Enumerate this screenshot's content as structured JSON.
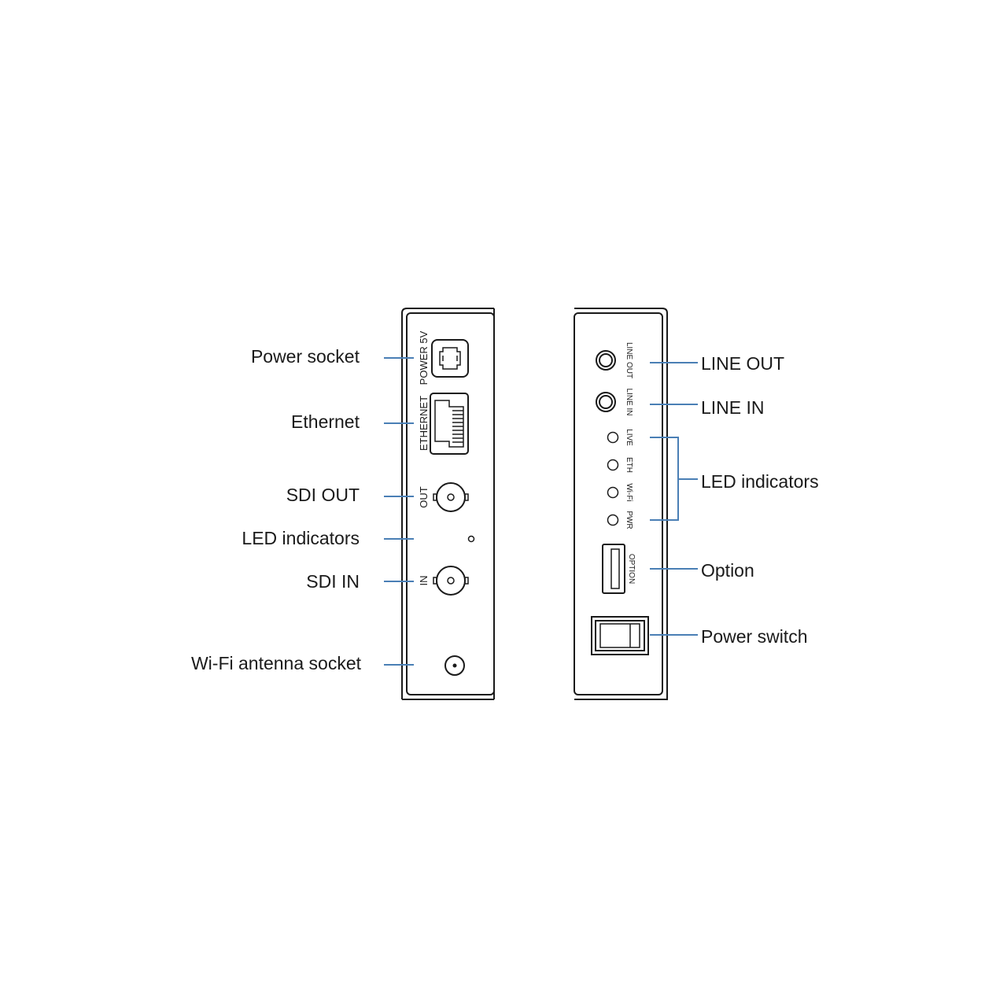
{
  "left_panel": {
    "callouts": {
      "power_socket": "Power socket",
      "ethernet": "Ethernet",
      "sdi_out": "SDI OUT",
      "led_indicators": "LED indicators",
      "sdi_in": "SDI IN",
      "wifi_antenna": "Wi-Fi antenna socket"
    },
    "labels": {
      "power": "POWER 5V",
      "ethernet": "ETHERNET",
      "out": "OUT",
      "in": "IN"
    }
  },
  "right_panel": {
    "callouts": {
      "line_out": "LINE OUT",
      "line_in": "LINE IN",
      "led_indicators": "LED indicators",
      "option": "Option",
      "power_switch": "Power switch"
    },
    "labels": {
      "line_out": "LINE OUT",
      "line_in": "LINE IN",
      "live": "LIVE",
      "eth": "ETH",
      "wifi": "Wi-Fi",
      "pwr": "PWR",
      "option": "OPTION"
    }
  },
  "colors": {
    "leader": "#4a7fb5",
    "outline": "#1a1a1a"
  }
}
